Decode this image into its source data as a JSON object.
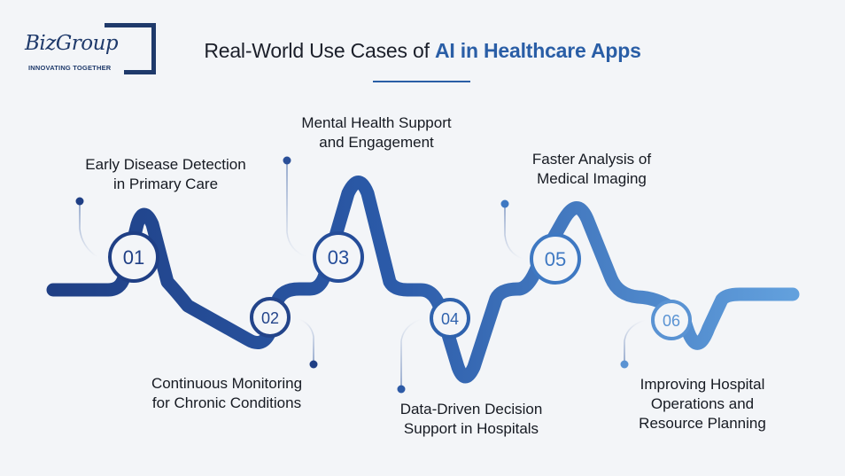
{
  "logo": {
    "word": "BizGroup",
    "tagline": "INNOVATING TOGETHER"
  },
  "title": {
    "prefix": "Real-World Use Cases of ",
    "highlight": "AI in Healthcare Apps"
  },
  "steps": [
    {
      "number": "01",
      "label_line1": "Early Disease Detection",
      "label_line2": "in Primary Care"
    },
    {
      "number": "02",
      "label_line1": "Continuous Monitoring",
      "label_line2": "for Chronic Conditions"
    },
    {
      "number": "03",
      "label_line1": "Mental Health Support",
      "label_line2": "and Engagement"
    },
    {
      "number": "04",
      "label_line1": "Data-Driven Decision",
      "label_line2": "Support in Hospitals"
    },
    {
      "number": "05",
      "label_line1": "Faster Analysis of",
      "label_line2": "Medical Imaging"
    },
    {
      "number": "06",
      "label_line1": "Improving Hospital",
      "label_line2": "Operations and",
      "label_line3": "Resource Planning"
    }
  ],
  "colors": {
    "dark": "#1f3f85",
    "mid": "#2e62ad",
    "light": "#5f9ad8",
    "text": "#161a22",
    "background": "#f3f5f8"
  }
}
